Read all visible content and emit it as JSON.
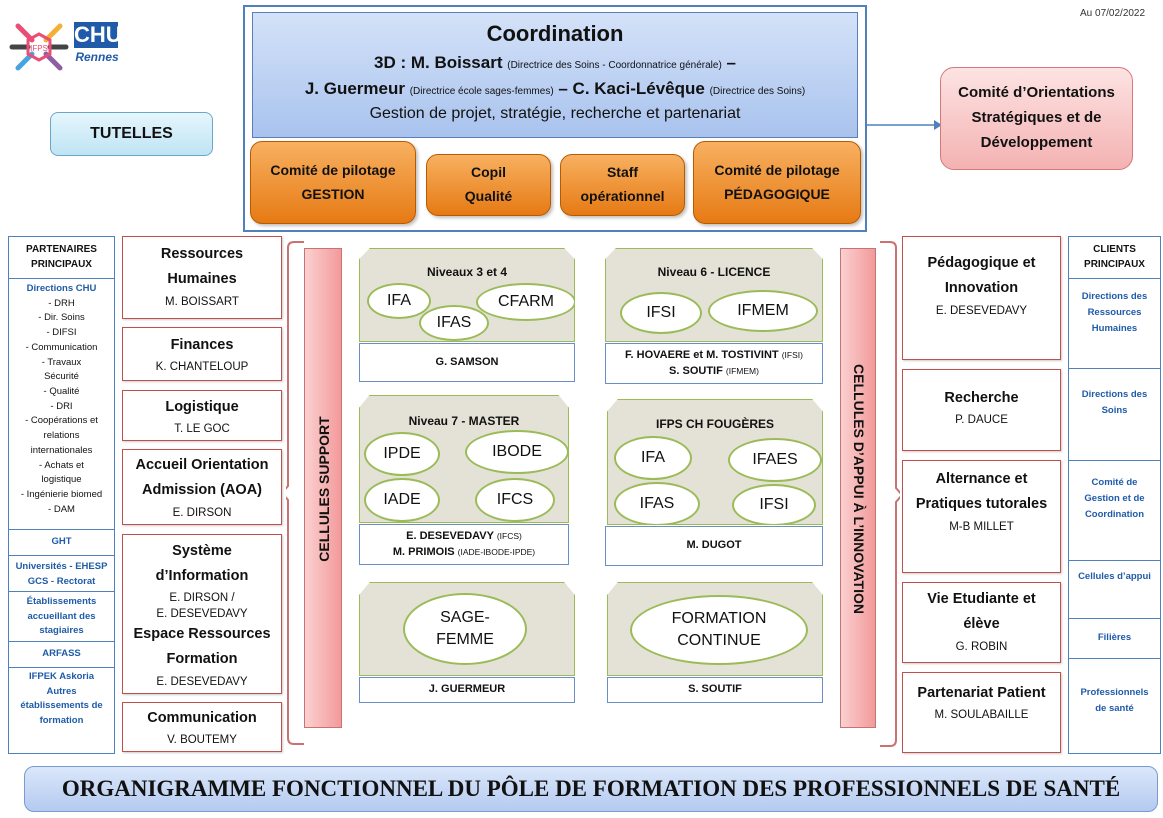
{
  "date": "Au 07/02/2022",
  "logos": {
    "ifps": "IFPS",
    "chu": "CHU",
    "rennes": "Rennes"
  },
  "coordination": {
    "title": "Coordination",
    "line1_a": "3D : M. Boissart",
    "line1_b": "(Directrice des Soins - Coordonnatrice générale)",
    "line1_c": " –",
    "line2_a": "J. Guermeur",
    "line2_b": "(Directrice école sages-femmes)",
    "line2_c": " – C. Kaci-Lévêque",
    "line2_d": "(Directrice des Soins)",
    "subtitle": "Gestion de projet, stratégie, recherche et partenariat"
  },
  "steering": {
    "gestion": "Comité de pilotage GESTION",
    "copil": "Copil Qualité",
    "staff": "Staff opérationnel",
    "pedagogique": "Comité de pilotage PÉDAGOGIQUE"
  },
  "tutelles": "TUTELLES",
  "comite_orientations": "Comité d’Orientations Stratégiques et de Développement",
  "partners": {
    "title": "PARTENAIRES PRINCIPAUX",
    "directions_chu": "Directions CHU",
    "list": [
      "- DRH",
      "- Dir. Soins",
      "- DIFSI",
      "- Communication",
      "- Travaux",
      "Sécurité",
      "- Qualité",
      "- DRI",
      "- Coopérations et",
      "relations",
      "internationales",
      "- Achats et",
      "logistique",
      "- Ingénierie biomed",
      "- DAM"
    ],
    "ght": "GHT",
    "universites": "Universités - EHESP GCS - Rectorat",
    "etablissements": "Établissements accueillant des stagiaires",
    "arfass": "ARFASS",
    "ifpek": "IFPEK Askoria Autres établissements de formation"
  },
  "support": {
    "rh_title": "Ressources Humaines",
    "rh_name": "M. BOISSART",
    "fin_title": "Finances",
    "fin_name": "K. CHANTELOUP",
    "log_title": "Logistique",
    "log_name": "T. LE GOC",
    "aoa_title": "Accueil Orientation Admission (AOA)",
    "aoa_name": "E. DIRSON",
    "si_title": "Système d’Information",
    "si_name1": "E. DIRSON /",
    "si_name2": "E. DESEVEDAVY",
    "erf_title": "Espace Ressources Formation",
    "erf_name": "E. DESEVEDAVY",
    "com_title": "Communication",
    "com_name": "V. BOUTEMY",
    "label": "CELLULES SUPPORT"
  },
  "levels": {
    "n34": {
      "title": "Niveaux 3 et 4",
      "ifa": "IFA",
      "ifas": "IFAS",
      "cfarm": "CFARM",
      "manager": "G. SAMSON"
    },
    "n6": {
      "title": "Niveau 6 - LICENCE",
      "ifsi": "IFSI",
      "ifmem": "IFMEM",
      "m1": "F. HOVAERE et M. TOSTIVINT",
      "m1_note": "(IFSI)",
      "m2": "S. SOUTIF",
      "m2_note": "(IFMEM)"
    },
    "n7": {
      "title": "Niveau 7 - MASTER",
      "ipde": "IPDE",
      "ibode": "IBODE",
      "iade": "IADE",
      "ifcs": "IFCS",
      "m1": "E. DESEVEDAVY",
      "m1_note": "(IFCS)",
      "m2": "M. PRIMOIS",
      "m2_note": "(IADE-IBODE-IPDE)"
    },
    "fougeres": {
      "title": "IFPS CH FOUGÈRES",
      "ifa": "IFA",
      "ifaes": "IFAES",
      "ifas": "IFAS",
      "ifsi": "IFSI",
      "manager": "M. DUGOT"
    },
    "sf": {
      "label": "SAGE-FEMME",
      "manager": "J. GUERMEUR"
    },
    "fc": {
      "label": "FORMATION CONTINUE",
      "manager": "S. SOUTIF"
    }
  },
  "innovation": {
    "label": "CELLULES D’APPUI À L’INNOVATION",
    "ped_title": "Pédagogique et Innovation",
    "ped_name": "E. DESEVEDAVY",
    "rech_title": "Recherche",
    "rech_name": "P. DAUCE",
    "alt_title": "Alternance et Pratiques tutorales",
    "alt_name": "M-B MILLET",
    "vie_title": "Vie Etudiante et élève",
    "vie_name": "G. ROBIN",
    "pat_title": "Partenariat Patient",
    "pat_name": "M. SOULABAILLE"
  },
  "clients": {
    "title": "CLIENTS PRINCIPAUX",
    "items": [
      "Directions des Ressources Humaines",
      "Directions des Soins",
      "Comité de Gestion et de Coordination",
      "Cellules d’appui",
      "Filières",
      "Professionnels de santé"
    ]
  },
  "banner": "ORGANIGRAMME FONCTIONNEL DU PÔLE DE FORMATION DES PROFESSIONNELS DE SANTÉ",
  "colors": {
    "accent_blue": "#4f81bd",
    "orange": "#e67a14",
    "red_border": "#c0504d",
    "green_border": "#9bbb59"
  }
}
